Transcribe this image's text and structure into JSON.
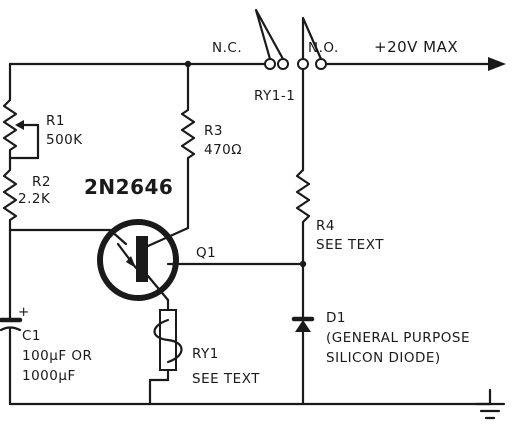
{
  "labels": {
    "nc": "N.C.",
    "no": "N.O.",
    "supply": "+20V MAX",
    "relay_contact": "RY1-1",
    "r1_ref": "R1",
    "r1_val": "500K",
    "r2_ref": "R2",
    "r2_val": "2.2K",
    "r3_ref": "R3",
    "r3_val": "470Ω",
    "transistor_part": "2N2646",
    "q1_ref": "Q1",
    "r4_ref": "R4",
    "r4_val": "SEE TEXT",
    "c1_ref": "C1",
    "c1_val1": "100μF OR",
    "c1_val2": "1000μF",
    "cap_polarity": "+",
    "ry1_ref": "RY1",
    "ry1_val": "SEE TEXT",
    "d1_ref": "D1",
    "d1_line1": "(GENERAL PURPOSE",
    "d1_line2": "SILICON DIODE)"
  },
  "colors": {
    "ink": "#1a1a1a",
    "paper": "#ffffff"
  }
}
